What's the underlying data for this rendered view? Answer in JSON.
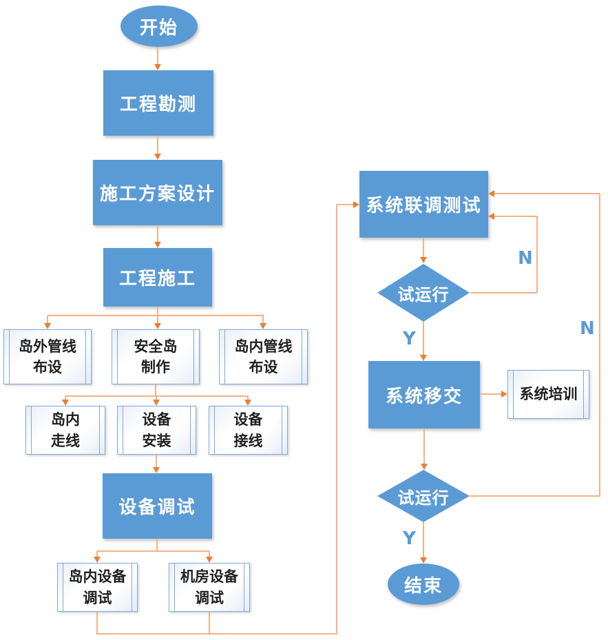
{
  "diagram": {
    "type": "flowchart",
    "language": "zh-CN",
    "colors": {
      "node_fill": "#5B9BD5",
      "node_text": "#FFFFFF",
      "subprocess_border": "#7FA8D8",
      "subprocess_text": "#1F1F1F",
      "connector_line": "#F5B183",
      "arrow_head": "#ED7D31",
      "branch_label": "#5B9BD5",
      "background": "#FFFFFF"
    }
  },
  "nodes": {
    "start": "开始",
    "survey": "工程勘测",
    "design": "施工方案设计",
    "construction": "工程施工",
    "pipeline_outside": "岛外管线\n布设",
    "island_make": "安全岛\n制作",
    "pipeline_inside": "岛内管线\n布设",
    "island_wiring": "岛内\n走线",
    "equip_install": "设备\n安装",
    "equip_wiring": "设备\n接线",
    "equip_debug": "设备调试",
    "island_equip_debug": "岛内设备\n调试",
    "room_equip_debug": "机房设备\n调试",
    "joint_test": "系统联调测试",
    "trial_run_1": "试运行",
    "handover": "系统移交",
    "training": "系统培训",
    "trial_run_2": "试运行",
    "end": "结束"
  },
  "branch_labels": {
    "n1": "N",
    "y1": "Y",
    "n2": "N",
    "y2": "Y"
  }
}
